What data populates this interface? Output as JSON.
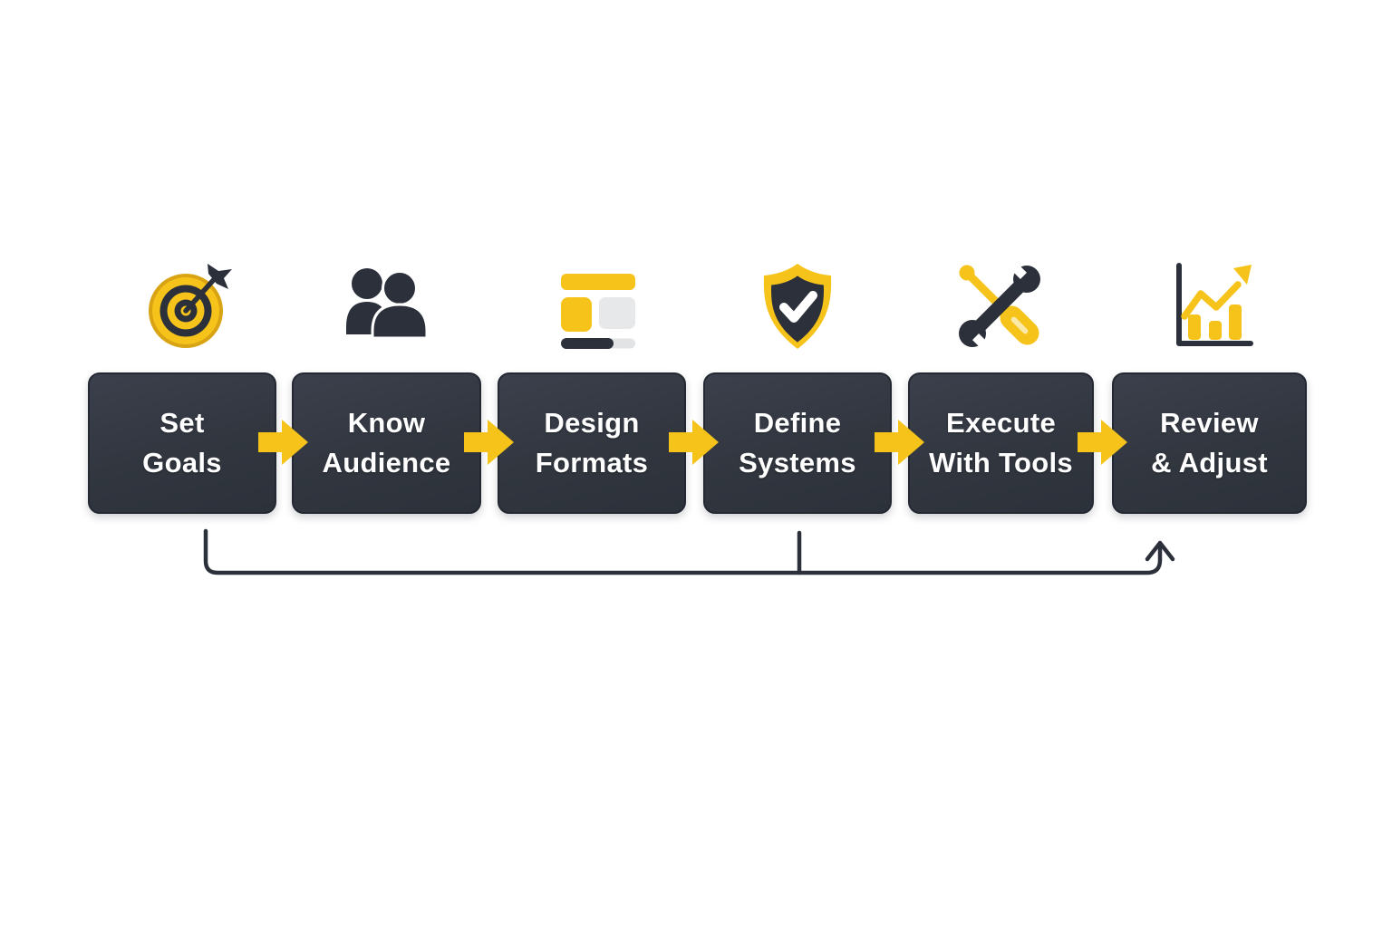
{
  "diagram": {
    "type": "process-flow",
    "background": "#FFFFFF",
    "colors": {
      "accent_yellow": "#F5C31A",
      "gold_rim": "#D9A413",
      "box_fill": "#31363F",
      "box_text": "#FFFFFF",
      "dark_icon": "#2B303B",
      "loop_line": "#2B303B",
      "light_gray": "#E7E8EA"
    },
    "steps": [
      {
        "label": "Set\nGoals",
        "icon": "target-icon"
      },
      {
        "label": "Know\nAudience",
        "icon": "people-icon"
      },
      {
        "label": "Design\nFormats",
        "icon": "layout-icon"
      },
      {
        "label": "Define\nSystems",
        "icon": "shield-check-icon"
      },
      {
        "label": "Execute\nWith Tools",
        "icon": "tools-icon"
      },
      {
        "label": "Review\n& Adjust",
        "icon": "growth-chart-icon"
      }
    ],
    "connectors": {
      "forward_arrow_count": 5,
      "feedback_loop": "line from below step 1 and step 4 along the bottom, arrow pointing up toward step 6"
    }
  }
}
